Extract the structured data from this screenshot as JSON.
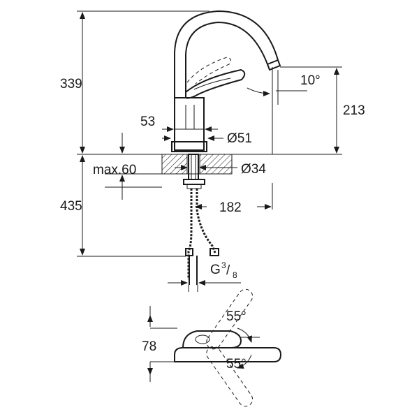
{
  "dimensions": {
    "total_height": "339",
    "spout_height": "213",
    "base_to_spout": "53",
    "base_diameter": "Ø51",
    "max_thickness": "max.60",
    "hole_diameter": "Ø34",
    "below_height": "435",
    "reach": "182",
    "thread_prefix": "G",
    "thread_num": "3",
    "thread_den": "8",
    "spout_angle": "10°",
    "lever_height": "78",
    "lever_angle_top": "55°",
    "lever_angle_bottom": "55°"
  }
}
